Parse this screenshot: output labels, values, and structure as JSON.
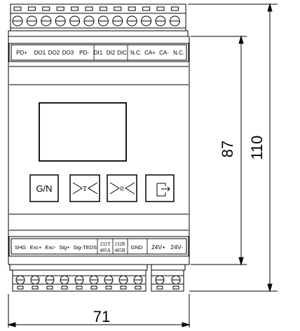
{
  "top_terminal_labels": [
    "PD+",
    "DO1",
    "DO2",
    "DO3",
    "PD-",
    "DI1",
    "DI2",
    "DIC",
    "N.C.",
    "CA+",
    "CA-",
    "N.C."
  ],
  "bottom_terminal_labels": {
    "group1": [
      "SHG",
      "Exc+",
      "Exc-",
      "Sig+",
      "Sig-",
      "TEDS"
    ],
    "stacked": [
      {
        "top": "232T",
        "bottom": "485A"
      },
      {
        "top": "232R",
        "bottom": "485B"
      }
    ],
    "gnd": "GND",
    "power": [
      "24V+",
      "24V-"
    ]
  },
  "buttons": {
    "gross_net": "G/N",
    "tare_symbol": "T",
    "zero_symbol": "0",
    "exit_icon": "exit-icon"
  },
  "dimensions": {
    "width": "71",
    "height_inner": "87",
    "height_outer": "110"
  }
}
